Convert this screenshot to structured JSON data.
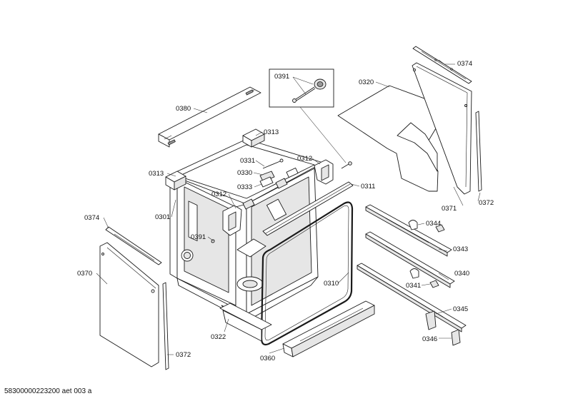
{
  "labels": {
    "p0374_top": "0374",
    "p0320": "0320",
    "p0391_box": "0391",
    "p0380": "0380",
    "p0313_top": "0313",
    "p0313_left": "0313",
    "p0331": "0331",
    "p0330": "0330",
    "p0333": "0333",
    "p0312_right": "0312",
    "p0312_left": "0312",
    "p0311": "0311",
    "p0301": "0301",
    "p0374_left": "0374",
    "p0391_left": "0391",
    "p0370": "0370",
    "p0371": "0371",
    "p0372_right": "0372",
    "p0344": "0344",
    "p0343": "0343",
    "p0340": "0340",
    "p0341": "0341",
    "p0345": "0345",
    "p0346": "0346",
    "p0310": "0310",
    "p0322": "0322",
    "p0360": "0360",
    "p0372_left": "0372"
  },
  "footer": "58300000223200 aet 003 a"
}
